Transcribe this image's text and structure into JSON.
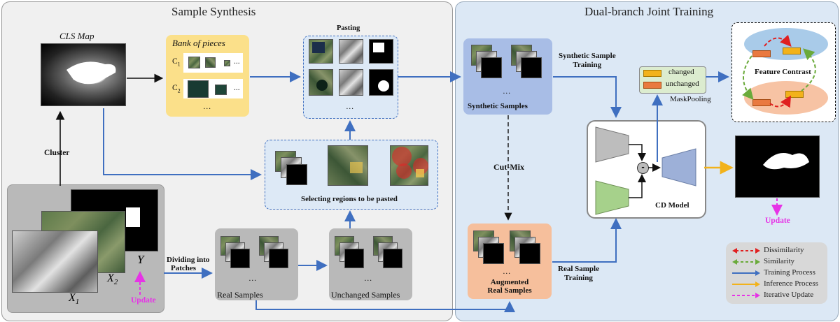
{
  "panels": {
    "left_title": "Sample Synthesis",
    "right_title": "Dual-branch Joint Training"
  },
  "cls_map": {
    "label": "CLS Map"
  },
  "bank": {
    "title": "Bank of pieces",
    "c1": "C",
    "c1_sub": "1",
    "c2": "C",
    "c2_sub": "2",
    "more": "...",
    "ellipsis": "…"
  },
  "pasting": {
    "label": "Pasting",
    "ellipsis": "…"
  },
  "selecting": {
    "label": "Selecting regions to be pasted"
  },
  "cluster": {
    "label": "Cluster"
  },
  "inputs": {
    "x1": "X",
    "x1_sub": "1",
    "x2": "X",
    "x2_sub": "2",
    "y": "Y",
    "update": "Update"
  },
  "dividing": {
    "line1": "Dividing into",
    "line2": "Patches"
  },
  "real_samples": {
    "label": "Real Samples",
    "ellipsis": "…"
  },
  "unchanged_samples": {
    "label": "Unchanged Samples",
    "ellipsis": "…"
  },
  "synthetic": {
    "label": "Synthetic Samples",
    "ellipsis": "…",
    "training1": "Synthetic Sample",
    "training2": "Training"
  },
  "cutmix": {
    "label": "Cut-Mix"
  },
  "augmented": {
    "line1": "Augmented",
    "line2": "Real Samples",
    "ellipsis": "…"
  },
  "real_training": {
    "line1": "Real Sample",
    "line2": "Training"
  },
  "pooling": {
    "changed": "changed",
    "unchanged": "unchanged",
    "label": "MaskPooling"
  },
  "feature_contrast": {
    "label": "Feature Contrast"
  },
  "cd_model": {
    "label": "CD Model",
    "minus": "-"
  },
  "output": {
    "update": "Update"
  },
  "legend": {
    "items": [
      {
        "label": "Dissimilarity",
        "color": "#e02020"
      },
      {
        "label": "Similarity",
        "color": "#6aaa3a"
      },
      {
        "label": "Training Process",
        "color": "#3f6fc0"
      },
      {
        "label": "Inference Process",
        "color": "#f2b21b"
      },
      {
        "label": "Iterative Update",
        "color": "#e633e6"
      }
    ]
  }
}
